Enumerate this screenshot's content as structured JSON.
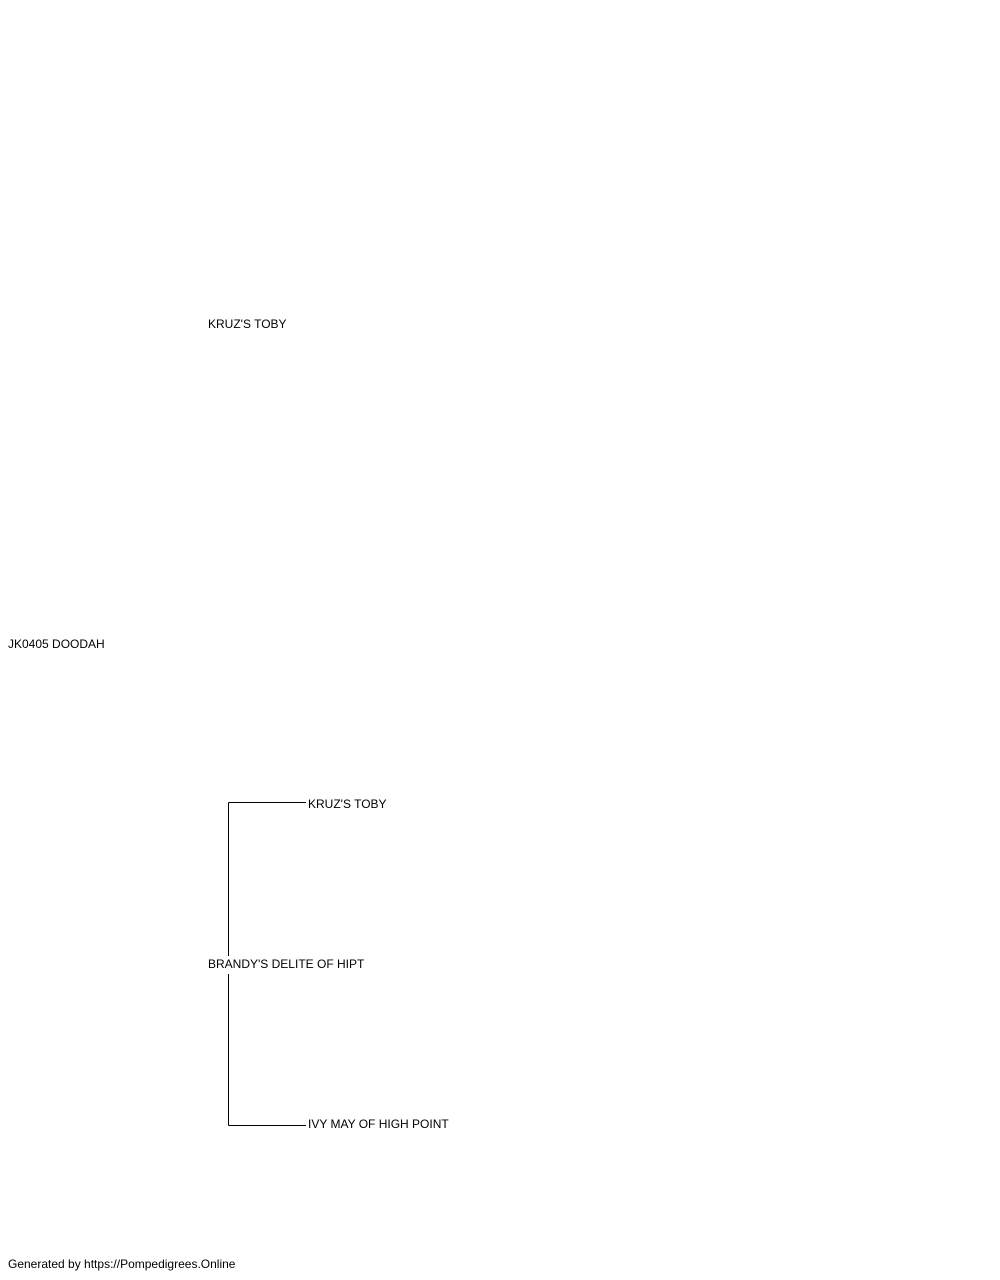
{
  "pedigree": {
    "subject": "JK0405 DOODAH",
    "sire": "KRUZ'S TOBY",
    "dam": "BRANDY'S DELITE OF HIPT",
    "dam_sire": "KRUZ'S TOBY",
    "dam_dam": "IVY MAY OF HIGH POINT"
  },
  "colors": {
    "line": "#000000",
    "text": "#000000",
    "background": "#ffffff"
  },
  "footer": {
    "credit": "Generated by https://Pompedigrees.Online"
  }
}
